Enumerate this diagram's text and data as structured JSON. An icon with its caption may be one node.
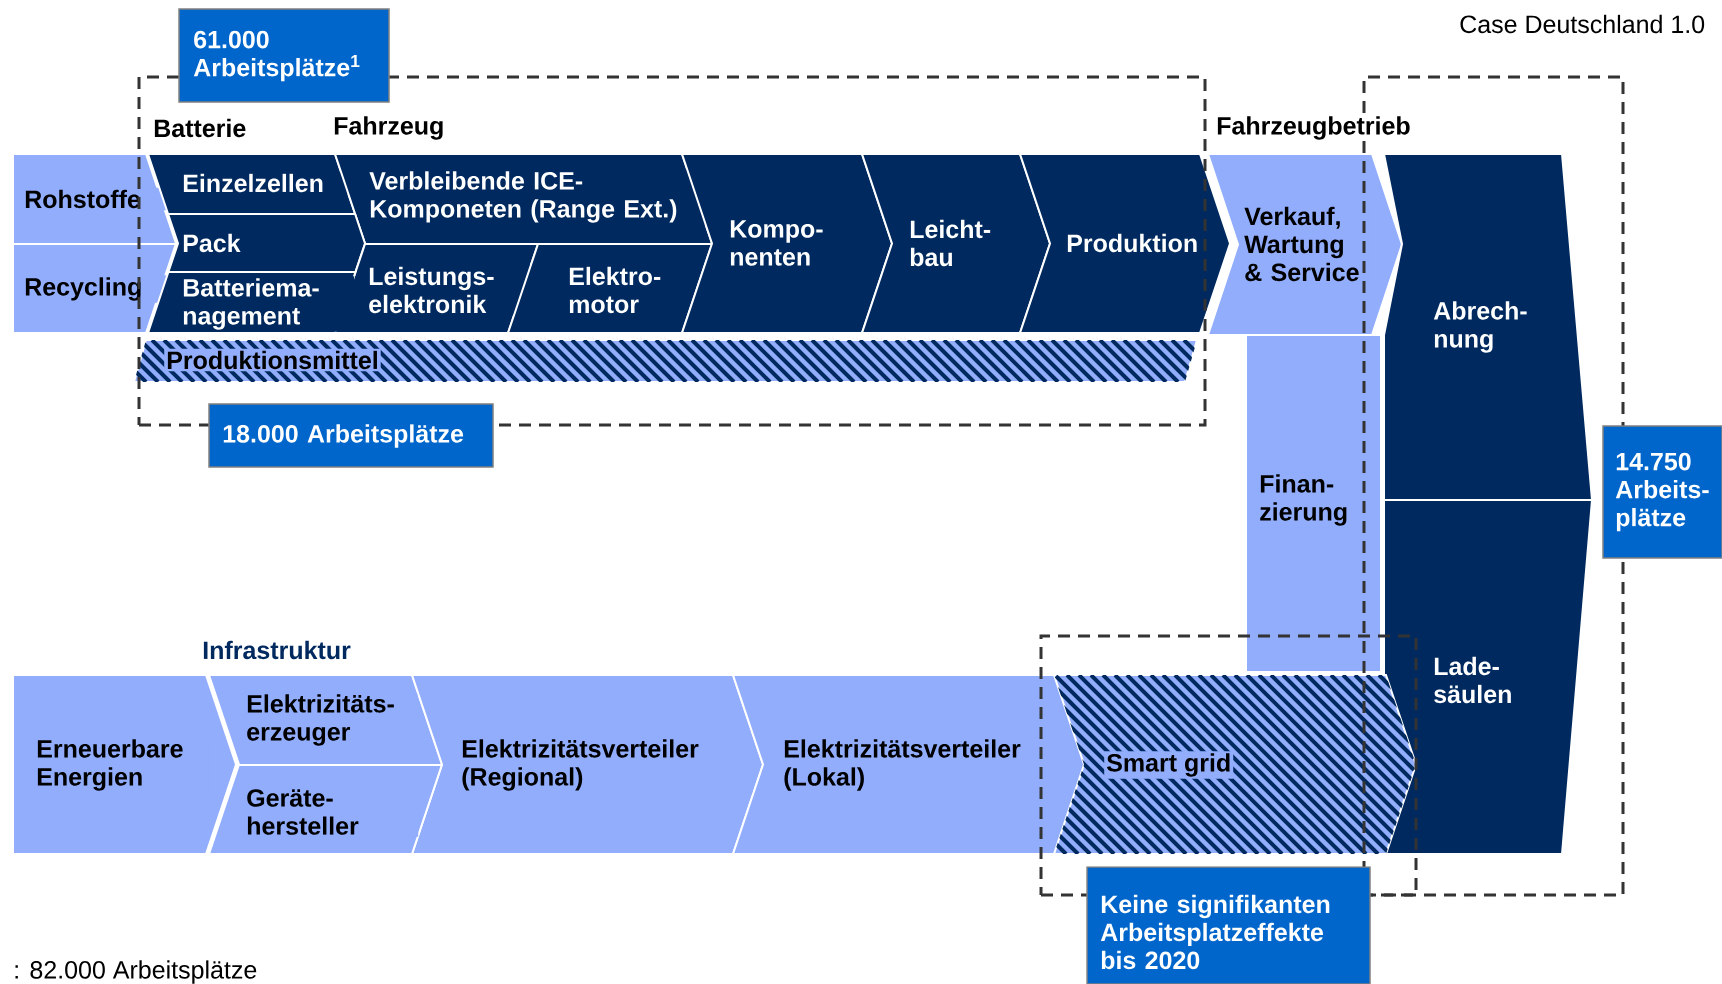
{
  "diagram": {
    "nodes": [
      {
        "text": [
          "61.000 Arbeitsplätze$^{1}$"
        ]
      },
      {
        "text": [
          "Rohstoffe"
        ]
      },
      {
        "text": [
          "Recycling"
        ]
      },
      {
        "text": [
          "Einzelzellen"
        ]
      },
      {
        "text": [
          "Verbleibende ICE- Komponeten (Range Ext.)"
        ]
      },
      {
        "text": [
          "Pack"
        ]
      },
      {
        "text": [
          "Leistungs- elektronik"
        ]
      },
      {
        "text": [
          "Elektro- motor"
        ]
      },
      {
        "text": [
          "Batteriema- nagement"
        ]
      },
      {
        "text": [
          "Kompo- nenten"
        ]
      },
      {
        "text": [
          "Leicht- bau"
        ]
      },
      {
        "text": [
          "Produktion"
        ]
      },
      {
        "text": [
          "Verkauf, Wartung & Service"
        ]
      },
      {
        "text": [
          "Abrech- nung"
        ]
      },
      {
        "text": [
          "Produktionsmittel"
        ]
      },
      {
        "text": [
          "18.000 Arbeitsplätze"
        ]
      },
      {
        "text": [
          "14.750 Arbeits- plätze"
        ]
      },
      {
        "text": [
          "Finan- zierung"
        ]
      },
      {
        "text": [
          "Lade- säulen"
        ]
      },
      {
        "text": [
          "Elektrizitäts- erzeuger"
        ]
      },
      {
        "text": [
          "Erneuerbare Energien"
        ]
      },
      {
        "text": [
          "Elektrizitätsverteiler (Regional)"
        ]
      },
      {
        "text": [
          "Elektrizitätsverteiler (Lokal)"
        ]
      },
      {
        "text": [
          "Smart grid"
        ]
      },
      {
        "text": [
          "Geräte- hersteller"
        ]
      },
      {
        "text": [
          "Keine signifikanten Arbeitsplatzeffekte bis 2020"
        ]
      }
    ],
    "labels": [
      "Case Deutschland 1.0",
      "Batterie",
      "Fahrzeug",
      "Fahrzeugbetrieb",
      "Infrastruktur",
      ": 82.000 Arbeitsplätze"
    ]
  }
}
